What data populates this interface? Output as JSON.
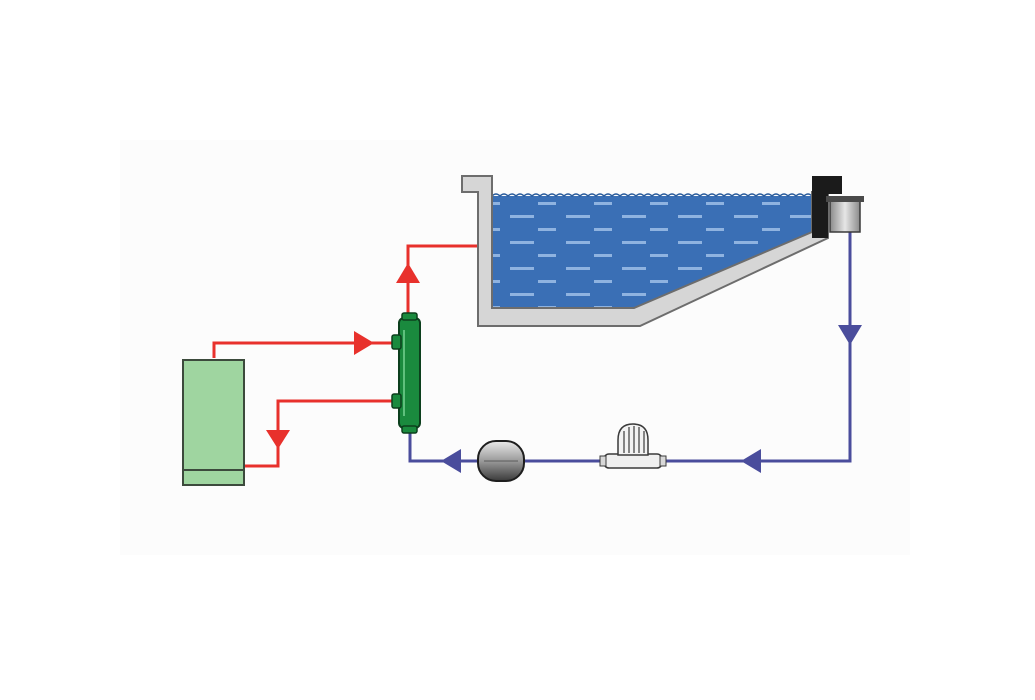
{
  "diagram": {
    "kind": "pool-heating-circuit",
    "labels": [],
    "components": [
      {
        "id": "boiler",
        "icon": "boiler-icon"
      },
      {
        "id": "heat-exchanger",
        "icon": "heat-exchanger-icon"
      },
      {
        "id": "pool",
        "icon": "swimming-pool-icon"
      },
      {
        "id": "skimmer",
        "icon": "skimmer-icon"
      },
      {
        "id": "pump",
        "icon": "pump-icon"
      },
      {
        "id": "filter",
        "icon": "filter-icon"
      }
    ],
    "flows": [
      {
        "id": "hot-supply",
        "circuit": "hot"
      },
      {
        "id": "hot-return",
        "circuit": "hot"
      },
      {
        "id": "pool-inlet",
        "circuit": "hot"
      },
      {
        "id": "pool-return",
        "circuit": "cold"
      }
    ],
    "colors": {
      "hot_pipe": "#e8312c",
      "cold_pipe": "#4a4d9c",
      "water": "#3a6fb5",
      "water_dash": "#8fb3e0",
      "pool_wall": "#d6d6d6",
      "pool_outline": "#6d6d6d",
      "boiler": "#9fd5a0",
      "exchanger": "#1a8a3e",
      "background_panel": "#fdfdfd"
    }
  }
}
